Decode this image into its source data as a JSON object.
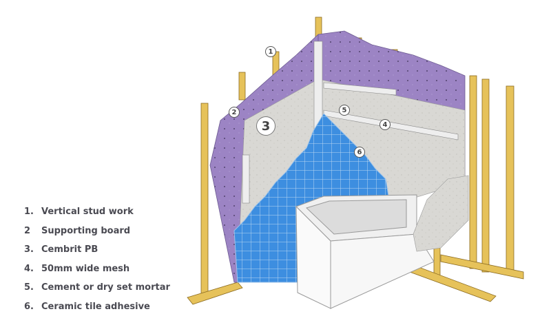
{
  "legend": [
    {
      "num": "1.",
      "label": "Vertical stud work"
    },
    {
      "num": "2",
      "label": "Supporting board"
    },
    {
      "num": "3.",
      "label": "Cembrit PB"
    },
    {
      "num": "4.",
      "label": "50mm wide mesh"
    },
    {
      "num": "5.",
      "label": "Cement or dry set mortar"
    },
    {
      "num": "6.",
      "label": "Ceramic tile adhesive"
    }
  ],
  "callouts": [
    "1",
    "2",
    "3",
    "4",
    "5",
    "6"
  ],
  "colors": {
    "stud": "#e6c25a",
    "board": "#9c84c4",
    "cement": "#d9d8d4",
    "tile": "#3d8ee0",
    "tub": "#f4f4f4",
    "text": "#4a4a52"
  }
}
